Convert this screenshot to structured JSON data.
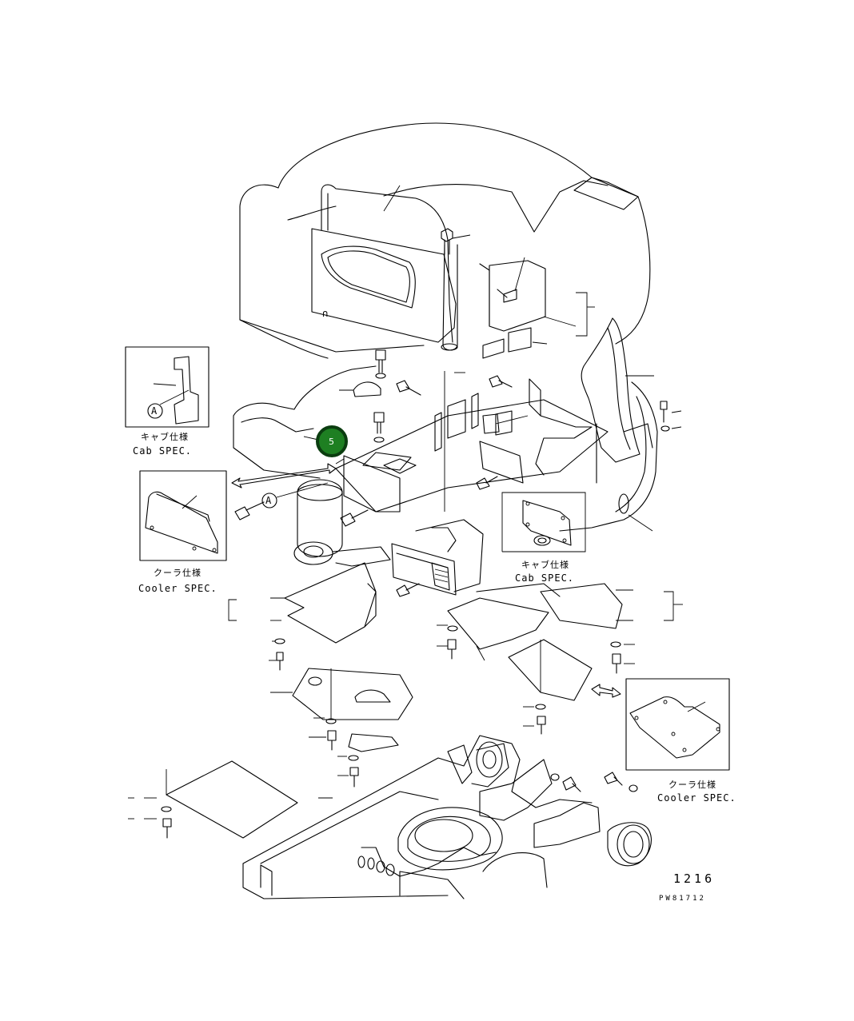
{
  "callout_marker": {
    "number": "5",
    "fill": "#1e7f22",
    "ring": "#0b3d10"
  },
  "insets": {
    "cab_spec_left": {
      "jp": "キャブ仕様",
      "en": "Cab SPEC.",
      "circle_letter": "A"
    },
    "cooler_spec_left": {
      "jp": "クーラ仕様",
      "en": "Cooler SPEC."
    },
    "cab_spec_center": {
      "jp": "キャブ仕様",
      "en": "Cab SPEC."
    },
    "cooler_spec_right": {
      "jp": "クーラ仕様",
      "en": "Cooler SPEC."
    }
  },
  "main_reference_letter": "A",
  "page_number": "1216",
  "drawing_code": "PW81712"
}
